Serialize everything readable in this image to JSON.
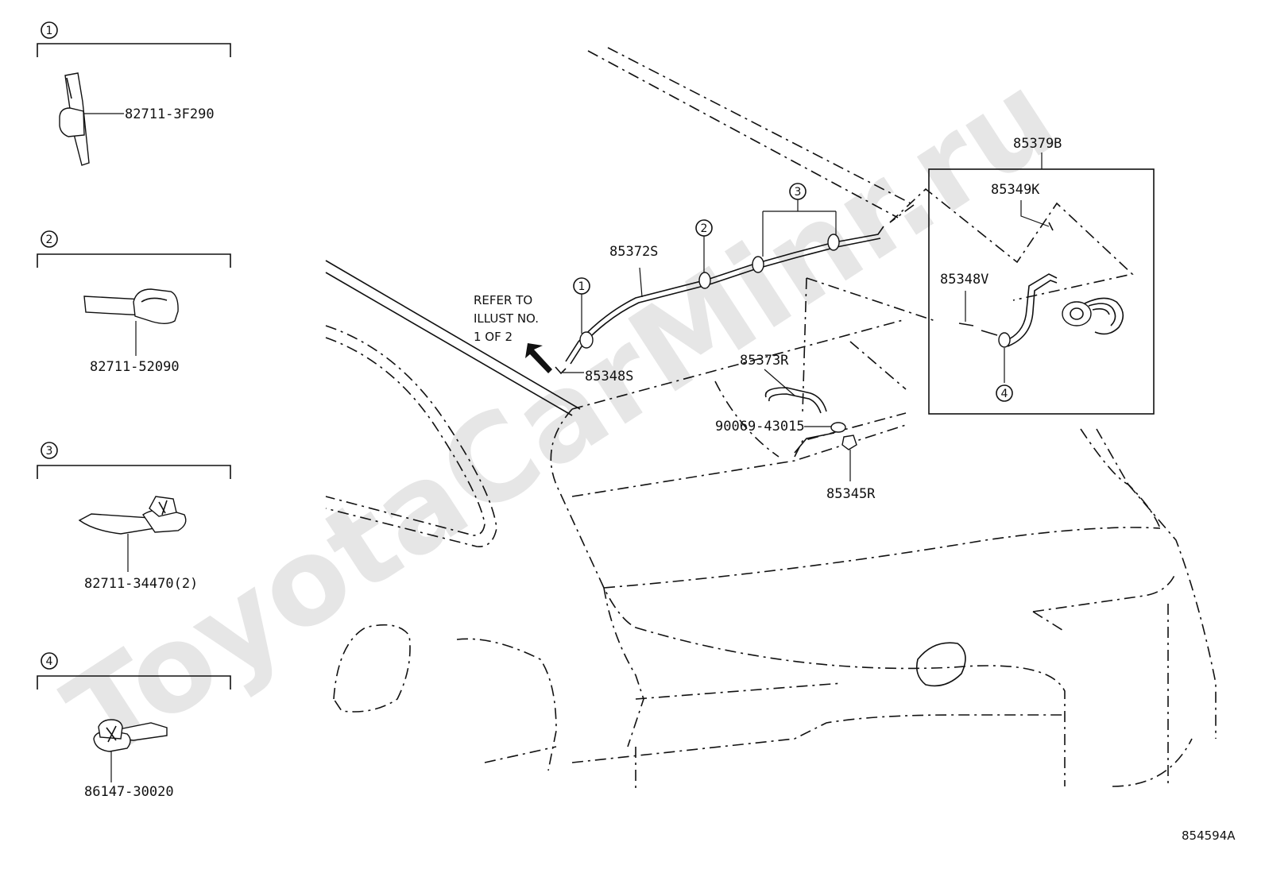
{
  "watermark": "ToyotaCarMinr.ru",
  "diagram_id": "854594A",
  "callouts": {
    "c1": "1",
    "c2": "2",
    "c3": "3",
    "c4": "4"
  },
  "detail_parts": {
    "d1": "82711-3F290",
    "d2": "82711-52090",
    "d3": "82711-34470(2)",
    "d4": "86147-30020"
  },
  "main_parts": {
    "hose_front": "85372S",
    "nozzle_small": "85348S",
    "assy_box": "85379B",
    "hose_inner": "85349K",
    "nozzle_inner": "85348V",
    "hose_rear": "85373R",
    "grommet": "90069-43015",
    "nozzle_rear": "85345R"
  },
  "refer_note": {
    "line1": "REFER TO",
    "line2": "ILLUST NO.",
    "line3": "1 OF 2"
  }
}
